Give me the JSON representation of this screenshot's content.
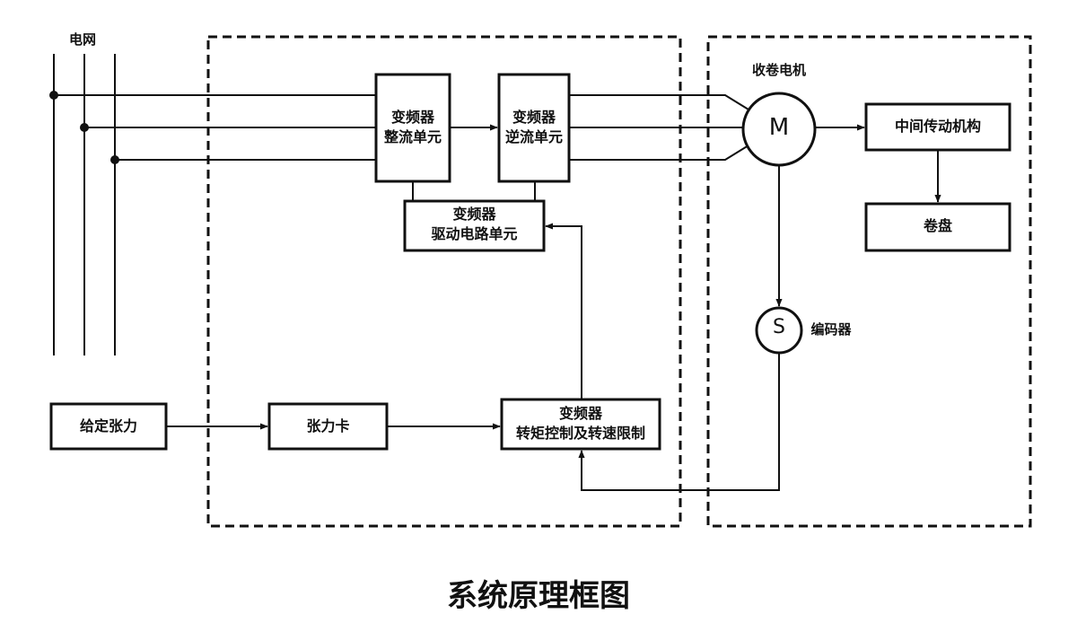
{
  "diagram": {
    "title": "系统原理框图",
    "grid_label": "电网",
    "boxes": {
      "rectifier": {
        "line1": "变频器",
        "line2": "整流单元"
      },
      "inverter": {
        "line1": "变频器",
        "line2": "逆流单元"
      },
      "driver": {
        "line1": "变频器",
        "line2": "驱动电路单元"
      },
      "tension_set": {
        "line1": "给定张力"
      },
      "tension_card": {
        "line1": "张力卡"
      },
      "torque_ctrl": {
        "line1": "变频器",
        "line2": "转矩控制及转速限制"
      },
      "transmission": {
        "line1": "中间传动机构"
      },
      "reel": {
        "line1": "卷盘"
      }
    },
    "motor": {
      "letter": "M",
      "label": "收卷电机"
    },
    "encoder": {
      "letter": "S",
      "label": "编码器"
    }
  }
}
